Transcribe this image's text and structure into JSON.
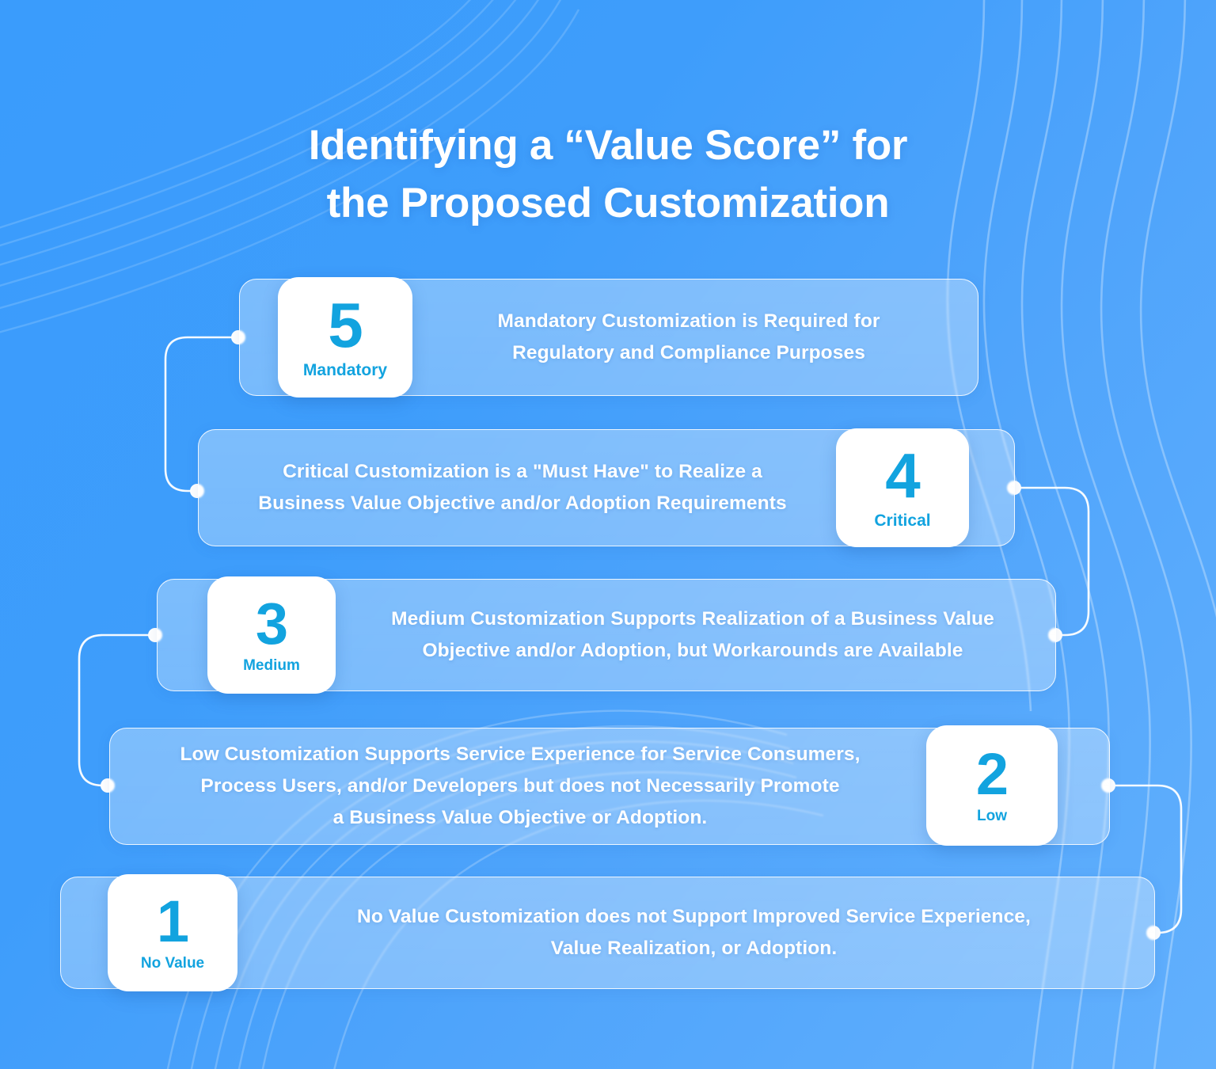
{
  "title": {
    "line1": "Identifying a “Value Score” for",
    "line2": "the Proposed Customization"
  },
  "colors": {
    "background_start": "#3a9cfc",
    "background_end": "#62b0fd",
    "bar_fill": "rgba(255,255,255,0.31)",
    "bar_border": "#ffffff",
    "badge_background": "#ffffff",
    "accent": "#12a3df",
    "text": "#ffffff"
  },
  "chart_data": {
    "type": "table",
    "title": "Identifying a “Value Score” for the Proposed Customization",
    "categories": [
      "5",
      "4",
      "3",
      "2",
      "1"
    ],
    "values": [
      5,
      4,
      3,
      2,
      1
    ],
    "series": [
      {
        "name": "Value Score",
        "values": [
          5,
          4,
          3,
          2,
          1
        ],
        "labels": [
          "Mandatory",
          "Critical",
          "Medium",
          "Low",
          "No Value"
        ]
      }
    ],
    "xlabel": "",
    "ylabel": "Value Score",
    "ylim": [
      1,
      5
    ]
  },
  "rows": [
    {
      "score": "5",
      "label": "Mandatory",
      "badge_side": "left",
      "description": "Mandatory Customization is Required for Regulatory and Compliance Purposes",
      "lines": [
        "Mandatory Customization is Required for",
        "Regulatory and Compliance Purposes"
      ]
    },
    {
      "score": "4",
      "label": "Critical",
      "badge_side": "right",
      "description": "Critical Customization is a \"Must Have\" to Realize a Business Value Objective and/or Adoption Requirements",
      "lines": [
        "Critical Customization is a \"Must Have\" to Realize a",
        "Business Value Objective and/or Adoption Requirements"
      ]
    },
    {
      "score": "3",
      "label": "Medium",
      "badge_side": "left",
      "description": "Medium Customization Supports Realization of a Business Value Objective and/or Adoption, but Workarounds are Available",
      "lines": [
        "Medium Customization Supports Realization of a Business Value",
        "Objective and/or Adoption, but Workarounds are Available"
      ]
    },
    {
      "score": "2",
      "label": "Low",
      "badge_side": "right",
      "description": "Low Customization Supports Service Experience for Service Consumers, Process Users, and/or Developers but does not Necessarily Promote a Business Value Objective or Adoption.",
      "lines": [
        "Low Customization Supports Service Experience for Service Consumers,",
        "Process Users, and/or Developers but does not Necessarily Promote",
        "a Business Value Objective or Adoption."
      ]
    },
    {
      "score": "1",
      "label": "No Value",
      "badge_side": "left",
      "description": "No Value Customization does not Support Improved Service Experience, Value Realization, or Adoption.",
      "lines": [
        "No Value Customization does not Support Improved Service Experience,",
        "Value Realization, or Adoption."
      ]
    }
  ]
}
